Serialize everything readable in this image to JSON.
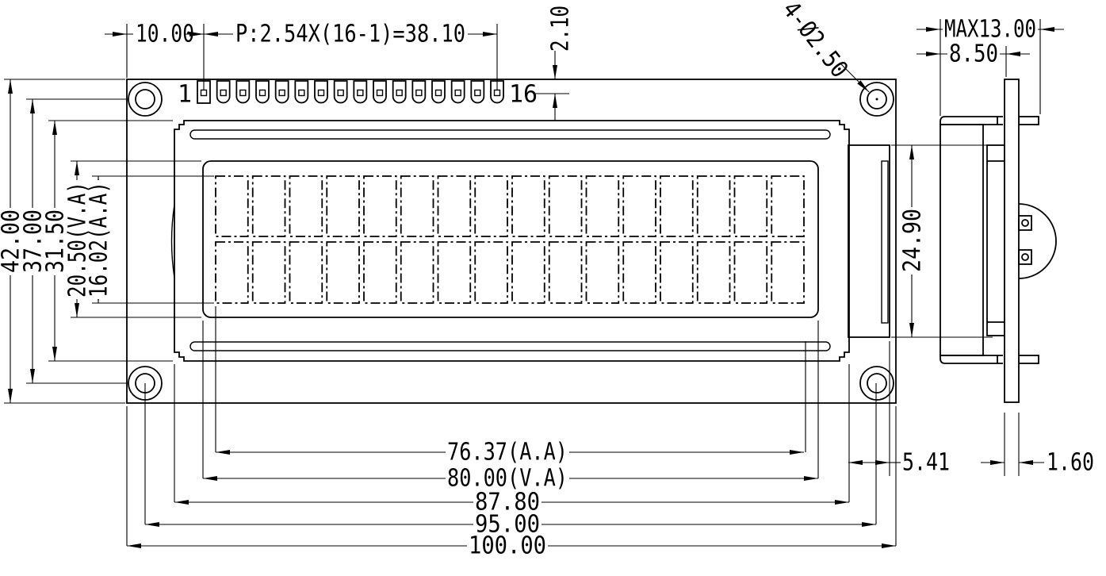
{
  "drawing": {
    "component": "1602 character LCD module dimensional drawing",
    "views": {
      "front": "front view",
      "side": "side view"
    },
    "pins": {
      "count": 16,
      "first_label": "1",
      "last_label": "16"
    },
    "character_grid": {
      "columns": 16,
      "rows": 2
    },
    "colors": {
      "line": "#000000",
      "background": "#ffffff"
    },
    "dimensions": {
      "pin_offset": "10.00",
      "pin_pitch": "P:2.54X(16-1)=38.10",
      "pin_row_to_edge": "2.10",
      "mounting_holes": "4-Ø2.50",
      "max_depth": "MAX13.00",
      "depth_to_pcb": "8.50",
      "board_height": "42.00",
      "hole_span_vertical": "37.00",
      "bezel_height": "31.50",
      "viewing_area_height": "20.50(V.A)",
      "active_area_height": "16.02(A.A)",
      "glass_height": "24.90",
      "active_area_width": "76.37(A.A)",
      "viewing_area_width": "80.00(V.A)",
      "bezel_width": "87.80",
      "hole_span_horizontal": "95.00",
      "board_width": "100.00",
      "glass_overhang": "5.41",
      "pcb_thickness": "1.60"
    }
  }
}
